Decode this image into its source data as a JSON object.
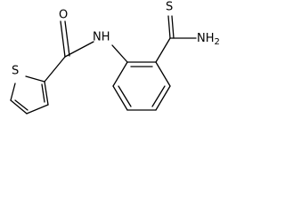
{
  "atoms": {
    "sulfur_ring": "S",
    "oxygen": "O",
    "amide_nh": "NH",
    "thioamide_sulfur": "S",
    "amine_nh2": "NH",
    "amine_subscript": "2"
  }
}
